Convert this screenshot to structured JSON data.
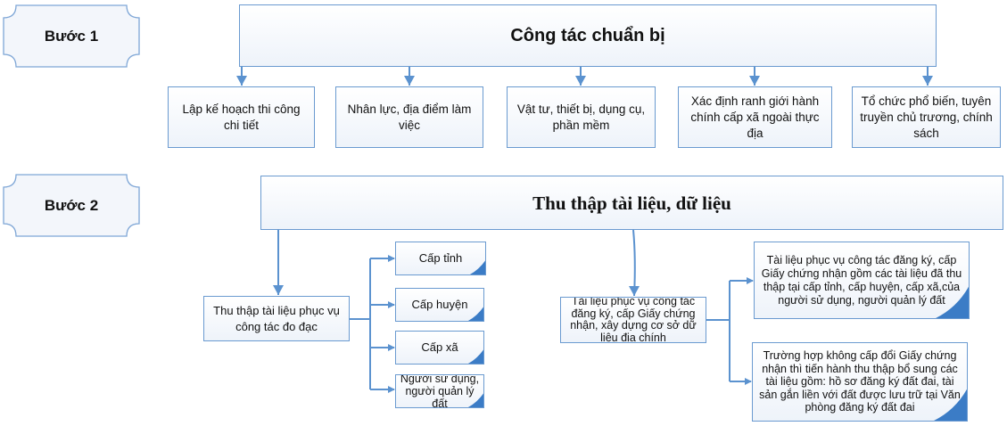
{
  "step1": {
    "label": "Bước 1",
    "title": "Công tác chuẩn bị",
    "items": [
      "Lập kế hoạch thi công chi tiết",
      "Nhân lực, địa điểm làm việc",
      "Vật tư, thiết bị, dụng cụ, phần mềm",
      "Xác định ranh giới hành chính cấp xã ngoài thực địa",
      "Tổ chức phổ biến, tuyên truyền chủ trương, chính sách"
    ]
  },
  "step2": {
    "label": "Bước 2",
    "title": "Thu thập tài liệu, dữ liệu",
    "survey": {
      "label": "Thu thập tài liệu phục vụ công tác đo đạc",
      "items": [
        "Cấp tỉnh",
        "Cấp huyện",
        "Cấp xã",
        "Người sử dụng, người quản lý đất"
      ]
    },
    "registration": {
      "label": "Tài liệu phục vụ công tác đăng ký, cấp Giấy chứng nhận, xây dựng cơ sở dữ liệu địa chính",
      "items": [
        "Tài liệu phục vụ công tác đăng ký, cấp Giấy chứng nhận gồm các tài liệu đã thu thập tại cấp tỉnh, cấp huyện, cấp xã,của người sử dụng, người quản lý đất",
        "Trường hợp không cấp đổi Giấy chứng nhận thì tiến hành thu thập bổ sung các tài liệu gồm: hồ sơ đăng ký đất đai, tài sản gắn liền với đất được lưu trữ tại Văn phòng đăng ký đất đai"
      ]
    }
  },
  "colors": {
    "line": "#5b92cf",
    "border": "#6a9ad0",
    "fold": "#3b7cc6"
  }
}
